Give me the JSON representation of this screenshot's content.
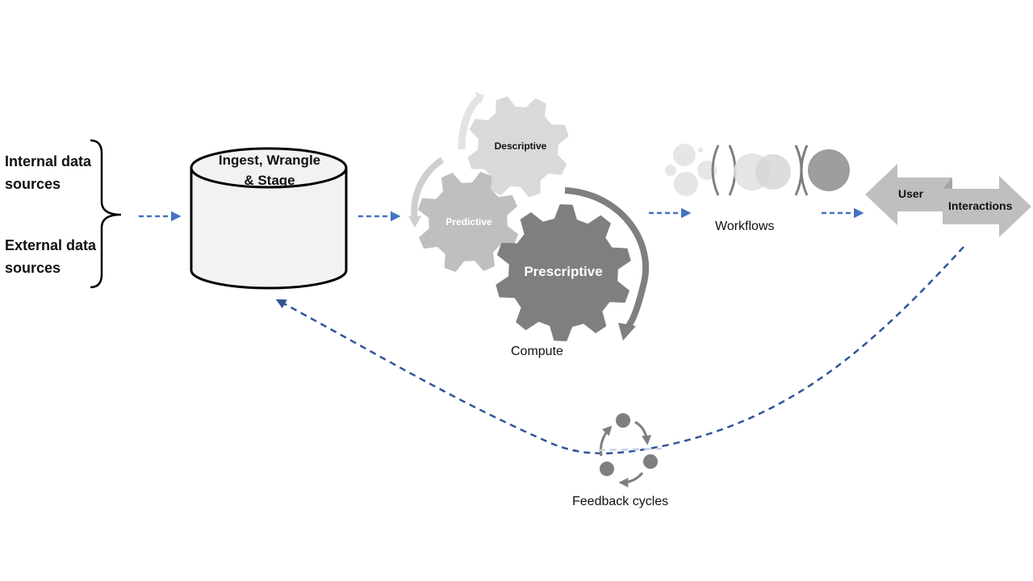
{
  "sources": {
    "internal": "Internal data\nsources",
    "external": "External data\nsources"
  },
  "database": {
    "label": "Ingest, Wrangle\n& Stage"
  },
  "compute": {
    "gears": {
      "descriptive": "Descriptive",
      "predictive": "Predictive",
      "prescriptive": "Prescriptive"
    },
    "caption": "Compute"
  },
  "workflows": {
    "caption": "Workflows"
  },
  "interactions": {
    "user": "User",
    "interactions": "Interactions"
  },
  "feedback": {
    "caption": "Feedback cycles"
  },
  "colors": {
    "flow_arrow": "#4472c4",
    "feedback_arrow": "#2f5597",
    "gear_light": "#d9d9d9",
    "gear_mid": "#bfbfbf",
    "gear_dark": "#7f7f7f",
    "arrow_shape": "#bfbfbf"
  },
  "icons": {
    "bracket": "curly-brace-icon",
    "database": "cylinder-icon",
    "gears": "gears-icon",
    "workflow": "workflow-circles-icon",
    "feedback": "cycle-icon"
  }
}
